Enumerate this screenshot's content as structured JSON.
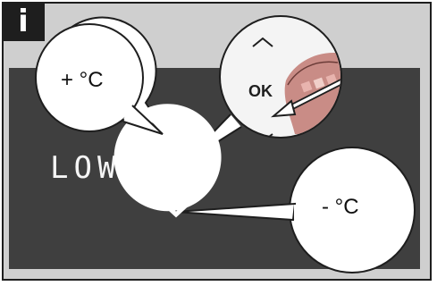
{
  "badge": {
    "label": "i"
  },
  "display": {
    "value": "LOW"
  },
  "controls": {
    "ok_label": "OK",
    "zoom_ok_label": "OK",
    "up_icon": "chevron-up-icon",
    "down_icon": "chevron-down-icon"
  },
  "callouts": {
    "increase_label": "+ °C",
    "decrease_label": "- °C"
  },
  "colors": {
    "frame": "#cfcfcf",
    "panel": "#3f3f3f",
    "badge": "#1e1e1e",
    "bubble": "#ffffff",
    "zoom_accent": "#c0504d"
  }
}
